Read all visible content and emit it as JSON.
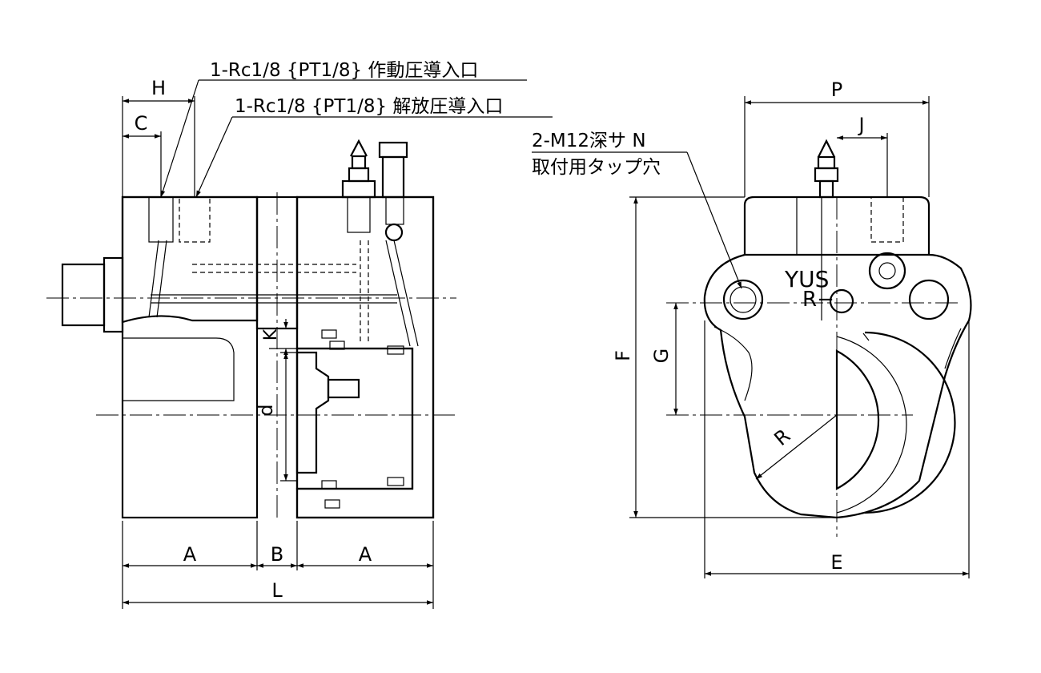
{
  "annotations": {
    "port_actuation": "1-Rc1/8 {PT1/8} 作動圧導入口",
    "port_release": "1-Rc1/8 {PT1/8} 解放圧導入口",
    "mount_tap": "2-M12深サ N",
    "mount_tap_sub": "取付用タップ穴",
    "brand": "YUS",
    "r_marker": "R−"
  },
  "dims": {
    "H": "H",
    "C": "C",
    "K": "K",
    "d": "d",
    "A_left": "A",
    "B": "B",
    "A_right": "A",
    "L": "L",
    "P": "P",
    "J": "J",
    "F": "F",
    "G": "G",
    "R": "R",
    "E": "E"
  }
}
